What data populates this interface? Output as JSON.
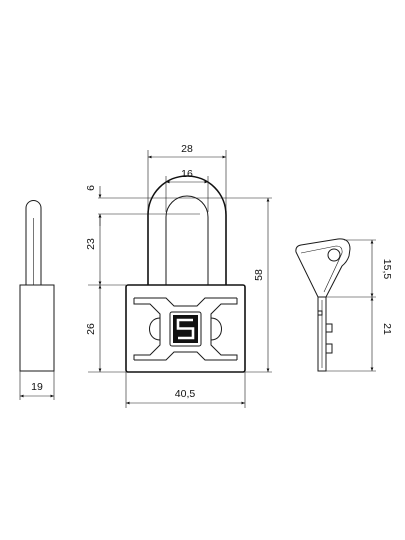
{
  "dimensions": {
    "shackle_outer_width": "28",
    "shackle_inner_width": "16",
    "shackle_thickness": "6",
    "shackle_clearance": "23",
    "body_height": "26",
    "total_height": "58",
    "body_width": "40,5",
    "body_depth": "19",
    "key_head": "15,5",
    "key_blade": "21"
  },
  "logo": {
    "letter": "S"
  }
}
